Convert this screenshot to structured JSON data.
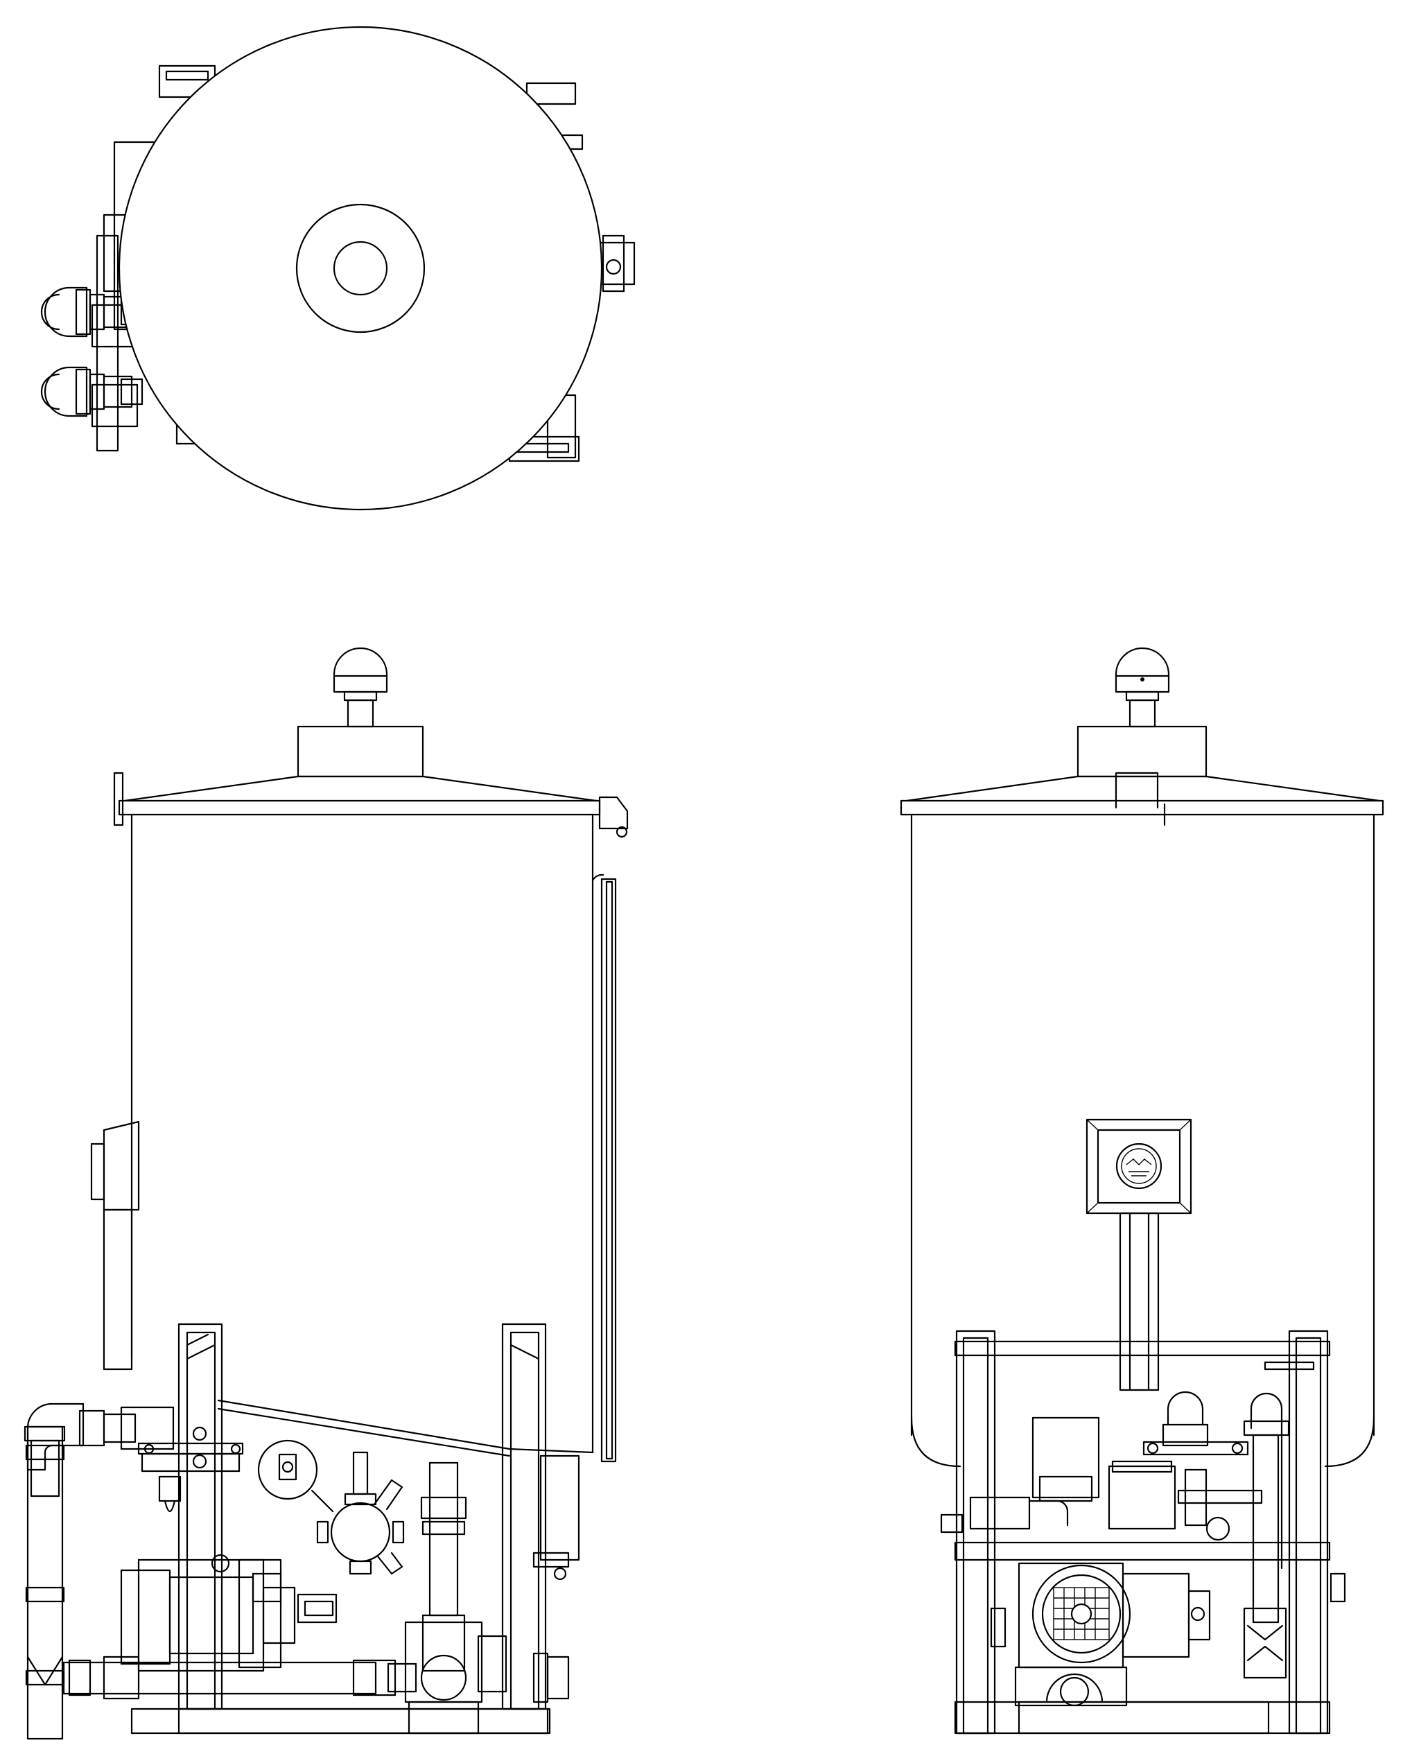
{
  "drawing": {
    "views": [
      {
        "id": "top-view"
      },
      {
        "id": "side-view"
      },
      {
        "id": "front-view"
      }
    ]
  },
  "colors": {
    "line": "#000000",
    "background": "#ffffff"
  }
}
